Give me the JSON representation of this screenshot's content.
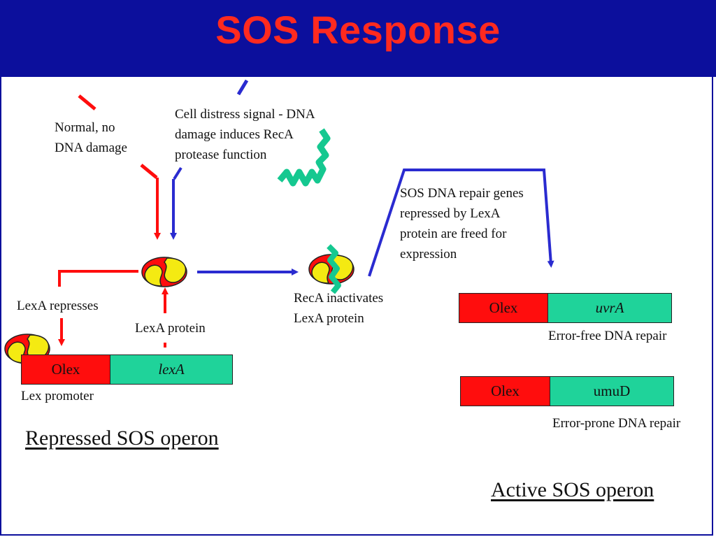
{
  "title": "SOS Response",
  "labels": {
    "normal": "Normal, no\nDNA damage",
    "distress": "Cell distress signal - DNA\ndamage induces RecA\nprotease function",
    "sos_genes": "SOS DNA repair genes\nrepressed by LexA\nprotein are freed for\nexpression",
    "lexa_represses": "LexA represses",
    "lexa_protein": "LexA protein",
    "reca_inactivates": "RecA inactivates\nLexA protein",
    "lex_promoter": "Lex promoter",
    "repressed_operon": "Repressed SOS operon",
    "active_operon": "Active SOS operon",
    "error_free": "Error-free DNA repair",
    "error_prone": "Error-prone DNA repair"
  },
  "operons": {
    "repressed": {
      "promoter": "Olex",
      "gene": "lexA"
    },
    "uvra": {
      "promoter": "Olex",
      "gene": "uvrA"
    },
    "umud": {
      "promoter": "Olex",
      "gene": "umuD"
    }
  },
  "colors": {
    "header_bg": "#0c0f9c",
    "title": "#ff2a1f",
    "red_arrow": "#ff0d0d",
    "blue_arrow": "#2a2bd0",
    "reca_green": "#15c890",
    "lexa_yellow": "#f4ea12"
  }
}
